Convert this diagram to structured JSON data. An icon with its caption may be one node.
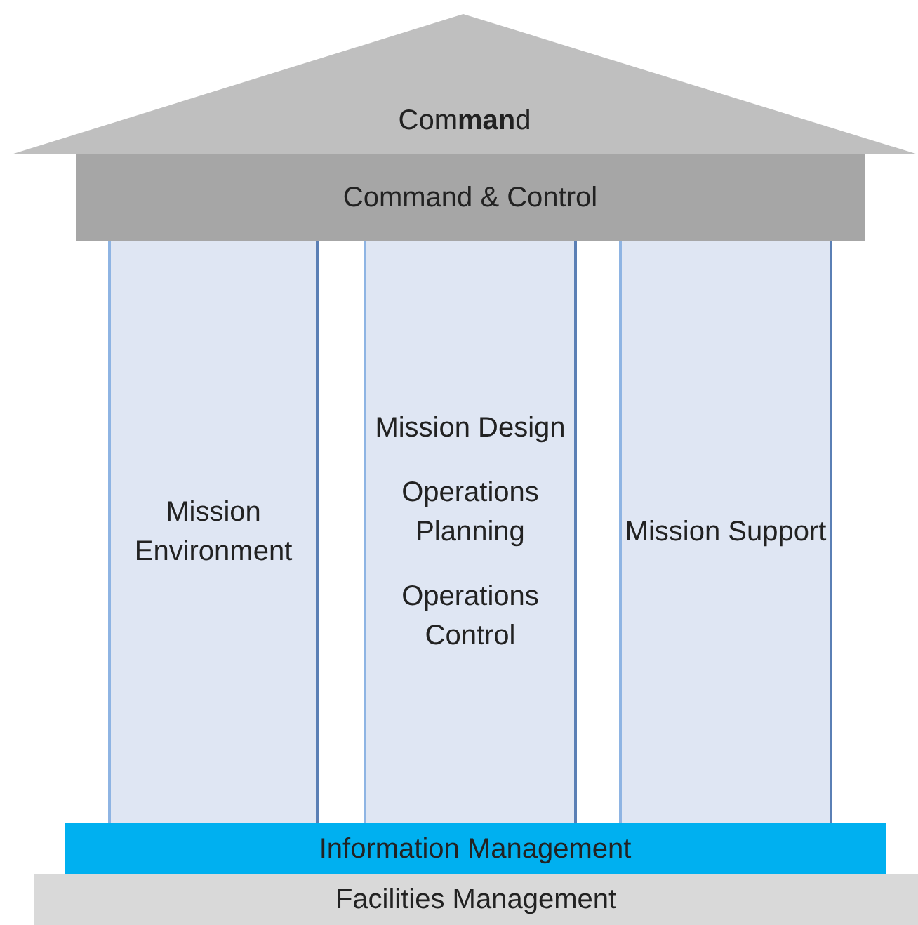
{
  "diagram": {
    "nodes": [
      {
        "text": [
          "Com**man**d"
        ]
      },
      {
        "text": [
          "Command & Control"
        ]
      },
      {
        "text": [
          "Mission Environment"
        ]
      },
      {
        "text": [
          "Mission Design",
          "Operations Planning",
          "Operations Control"
        ]
      },
      {
        "text": [
          "Mission Support"
        ]
      },
      {
        "text": [
          "Information Management"
        ]
      },
      {
        "text": [
          "Facilities Management"
        ]
      }
    ]
  }
}
